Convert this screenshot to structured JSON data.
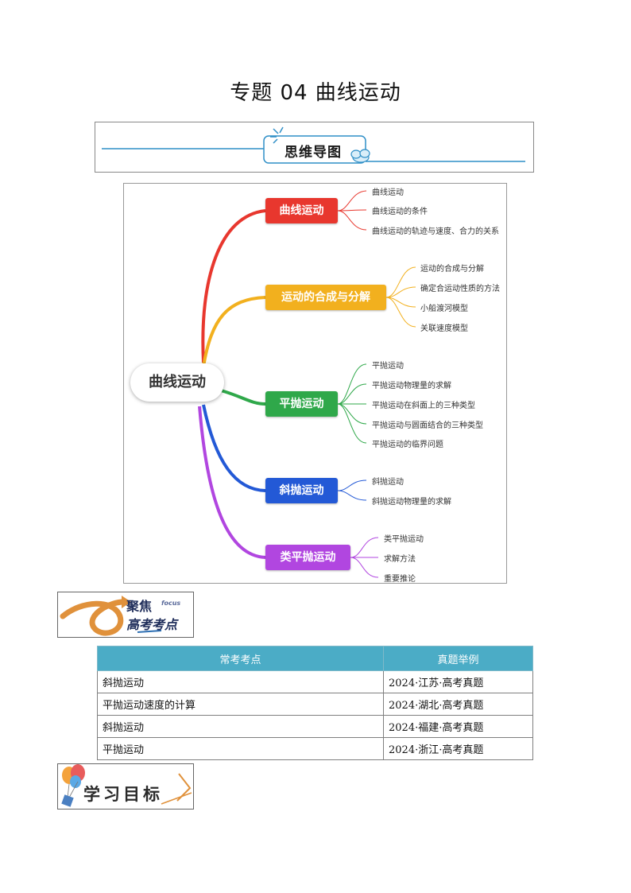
{
  "title": "专题 04  曲线运动",
  "banner": {
    "label": "思维导图",
    "colors": {
      "line": "#2f8fc7",
      "accent": "#3aa1d8"
    }
  },
  "mindmap": {
    "root": "曲线运动",
    "branches": [
      {
        "label": "曲线运动",
        "color": "#e8372e",
        "leaves": [
          "曲线运动",
          "曲线运动的条件",
          "曲线运动的轨迹与速度、合力的关系"
        ]
      },
      {
        "label": "运动的合成与分解",
        "color": "#f2b01e",
        "leaves": [
          "运动的合成与分解",
          "确定合运动性质的方法",
          "小船渡河模型",
          "关联速度模型"
        ]
      },
      {
        "label": "平抛运动",
        "color": "#2fa84a",
        "leaves": [
          "平抛运动",
          "平抛运动物理量的求解",
          "平抛运动在斜面上的三种类型",
          "平抛运动与圆面结合的三种类型",
          "平抛运动的临界问题"
        ]
      },
      {
        "label": "斜抛运动",
        "color": "#2359d6",
        "leaves": [
          "斜抛运动",
          "斜抛运动物理量的求解"
        ]
      },
      {
        "label": "类平抛运动",
        "color": "#b146e0",
        "leaves": [
          "类平抛运动",
          "求解方法",
          "重要推论"
        ]
      }
    ]
  },
  "focus": {
    "line1": "聚焦",
    "word": "focus",
    "line2": "高考考点"
  },
  "table": {
    "headers": [
      "常考考点",
      "真题举例"
    ],
    "rows": [
      [
        "斜抛运动",
        "2024·江苏·高考真题"
      ],
      [
        "平抛运动速度的计算",
        "2024·湖北·高考真题"
      ],
      [
        "斜抛运动",
        "2024·福建·高考真题"
      ],
      [
        "平抛运动",
        "2024·浙江·高考真题"
      ]
    ],
    "header_color": "#4bacc6"
  },
  "goals": {
    "label": "学习目标"
  }
}
